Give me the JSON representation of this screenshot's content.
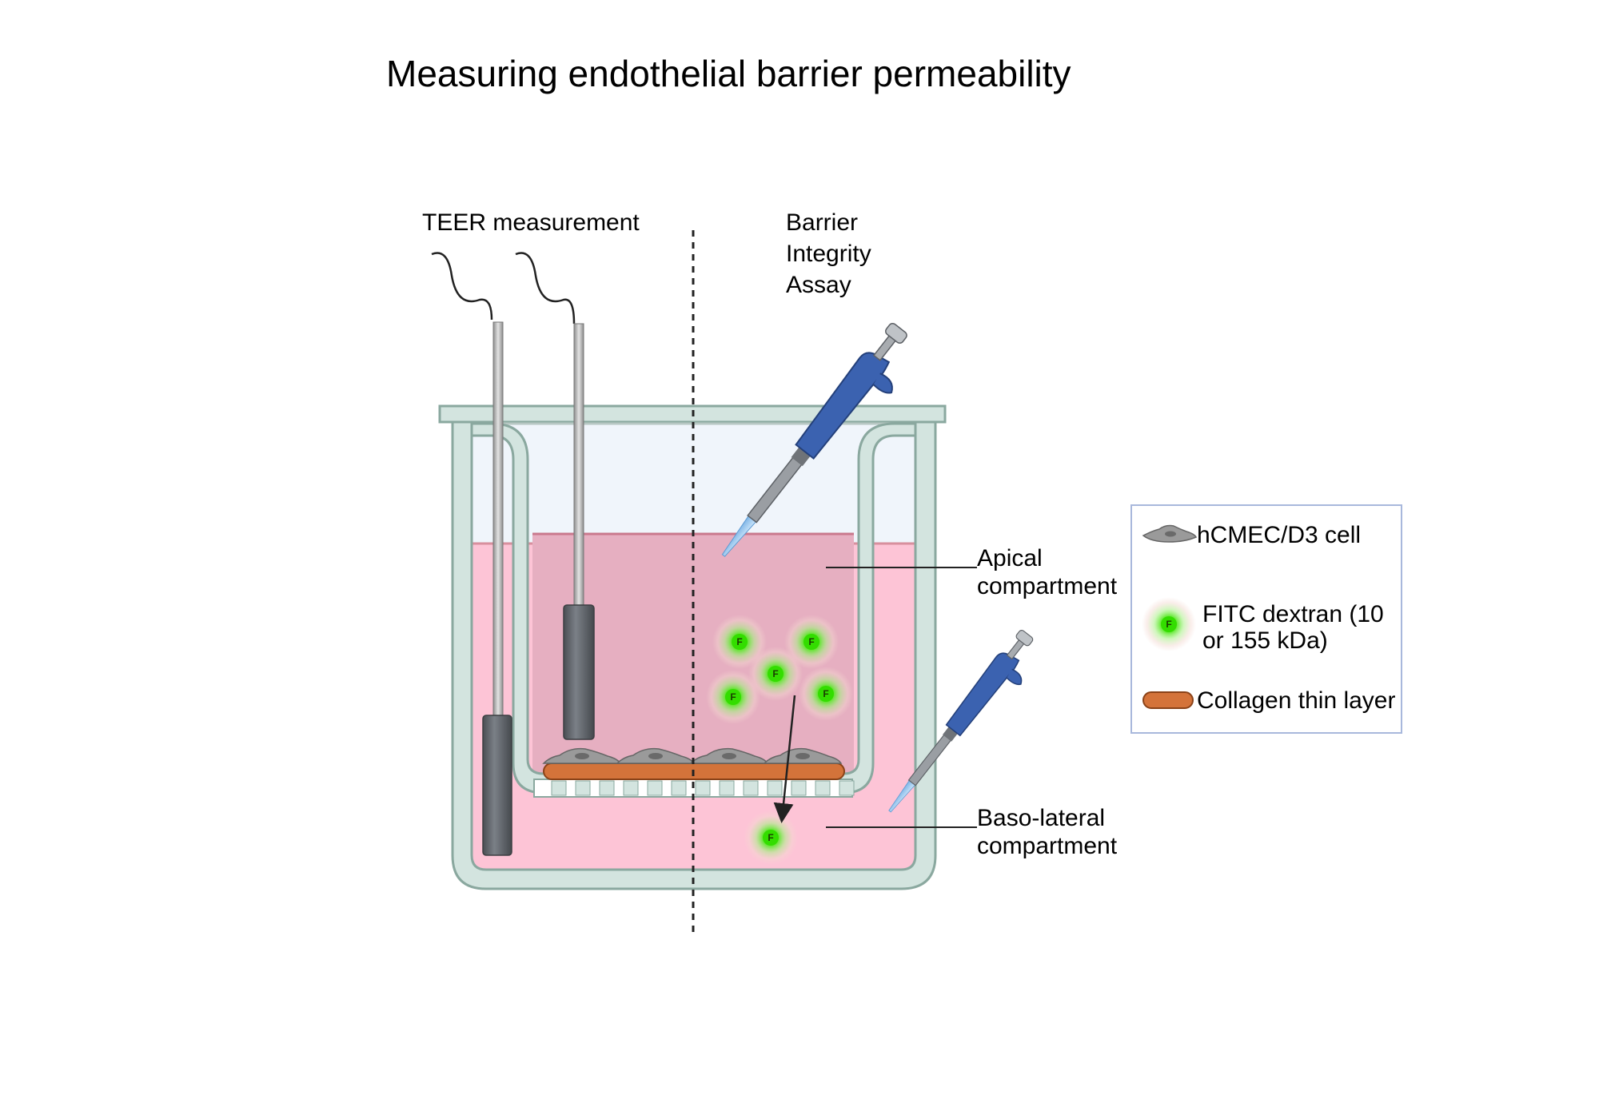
{
  "title": "Measuring endothelial barrier permeability",
  "sections": {
    "left": "TEER measurement",
    "right_lines": [
      "Barrier",
      "Integrity",
      "Assay"
    ]
  },
  "compartments": {
    "apical_lines": [
      "Apical",
      "compartment"
    ],
    "basolateral_lines": [
      "Baso-lateral",
      "compartment"
    ]
  },
  "legend": {
    "items": [
      {
        "icon": "cell-icon",
        "lines": [
          "hCMEC/D3 cell"
        ]
      },
      {
        "icon": "fitc-dextran-icon",
        "lines": [
          "FITC dextran (10",
          "or 155 kDa)"
        ]
      },
      {
        "icon": "collagen-layer-icon",
        "lines": [
          "Collagen thin layer"
        ]
      }
    ]
  },
  "particle_label": "F",
  "colors": {
    "well_wall": "#d3e4df",
    "well_outline": "#8aa89f",
    "apical_medium": "#e6afc1",
    "basolateral_medium": "#fdc4d6",
    "collagen": "#d4733a",
    "cell": "#9a9a9a",
    "pipette_body": "#3b62b0",
    "electrode": "#5f6368",
    "fitc_green": "#33dd00",
    "legend_border": "#a8b8dc"
  }
}
